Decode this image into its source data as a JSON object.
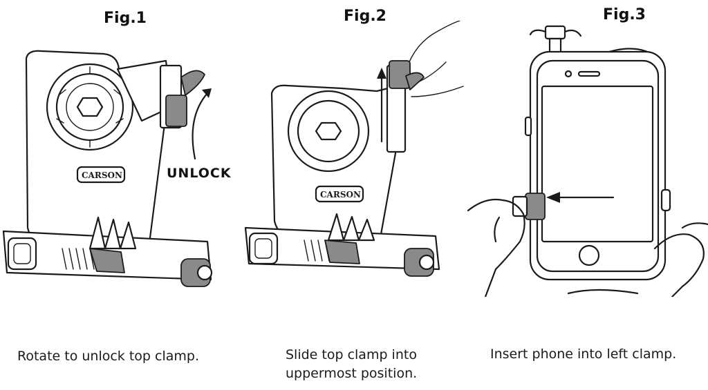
{
  "figures": [
    {
      "title": "Fig.1",
      "caption": "Rotate to unlock top clamp.",
      "callout": "UNLOCK",
      "brand": "CARSON"
    },
    {
      "title": "Fig.2",
      "caption": "Slide top clamp into uppermost position.",
      "brand": "CARSON"
    },
    {
      "title": "Fig.3",
      "caption": "Insert phone into left clamp."
    }
  ]
}
